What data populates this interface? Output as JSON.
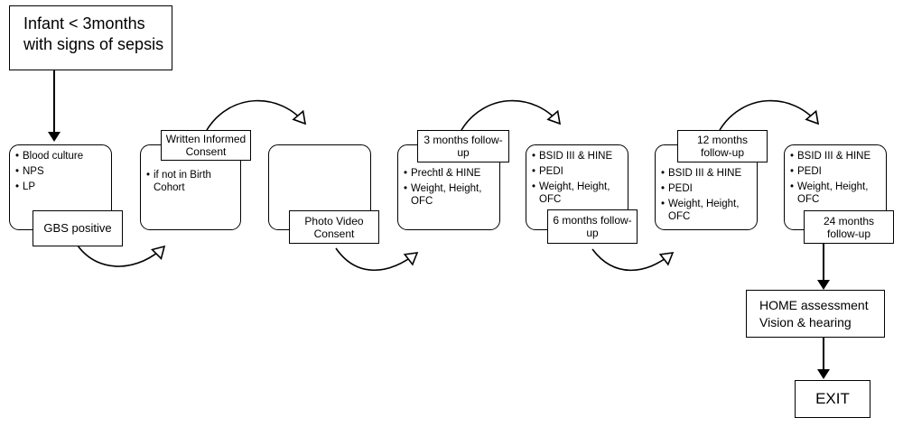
{
  "start": {
    "line1": "Infant < 3months",
    "line2": "with signs of sepsis"
  },
  "stage1": {
    "items": [
      "Blood culture",
      "NPS",
      "LP"
    ],
    "label": "GBS positive"
  },
  "stage2": {
    "tag": "Written Informed Consent",
    "items": [
      "if not in Birth Cohort"
    ]
  },
  "stage3": {
    "label": "Photo Video Consent"
  },
  "stage4": {
    "tag": "3 months follow-up",
    "items": [
      "Prechtl & HINE",
      "Weight, Height, OFC"
    ]
  },
  "stage5": {
    "items": [
      "BSID III & HINE",
      "PEDI",
      "Weight, Height, OFC"
    ],
    "label": "6 months follow-up"
  },
  "stage6": {
    "tag": "12 months follow-up",
    "items": [
      "BSID III & HINE",
      "PEDI",
      "Weight, Height, OFC"
    ]
  },
  "stage7": {
    "items": [
      "BSID III & HINE",
      "PEDI",
      "Weight, Height, OFC"
    ],
    "label": "24 months follow-up"
  },
  "home": {
    "line1": "HOME assessment",
    "line2": "Vision & hearing"
  },
  "exit": {
    "label": "EXIT"
  }
}
